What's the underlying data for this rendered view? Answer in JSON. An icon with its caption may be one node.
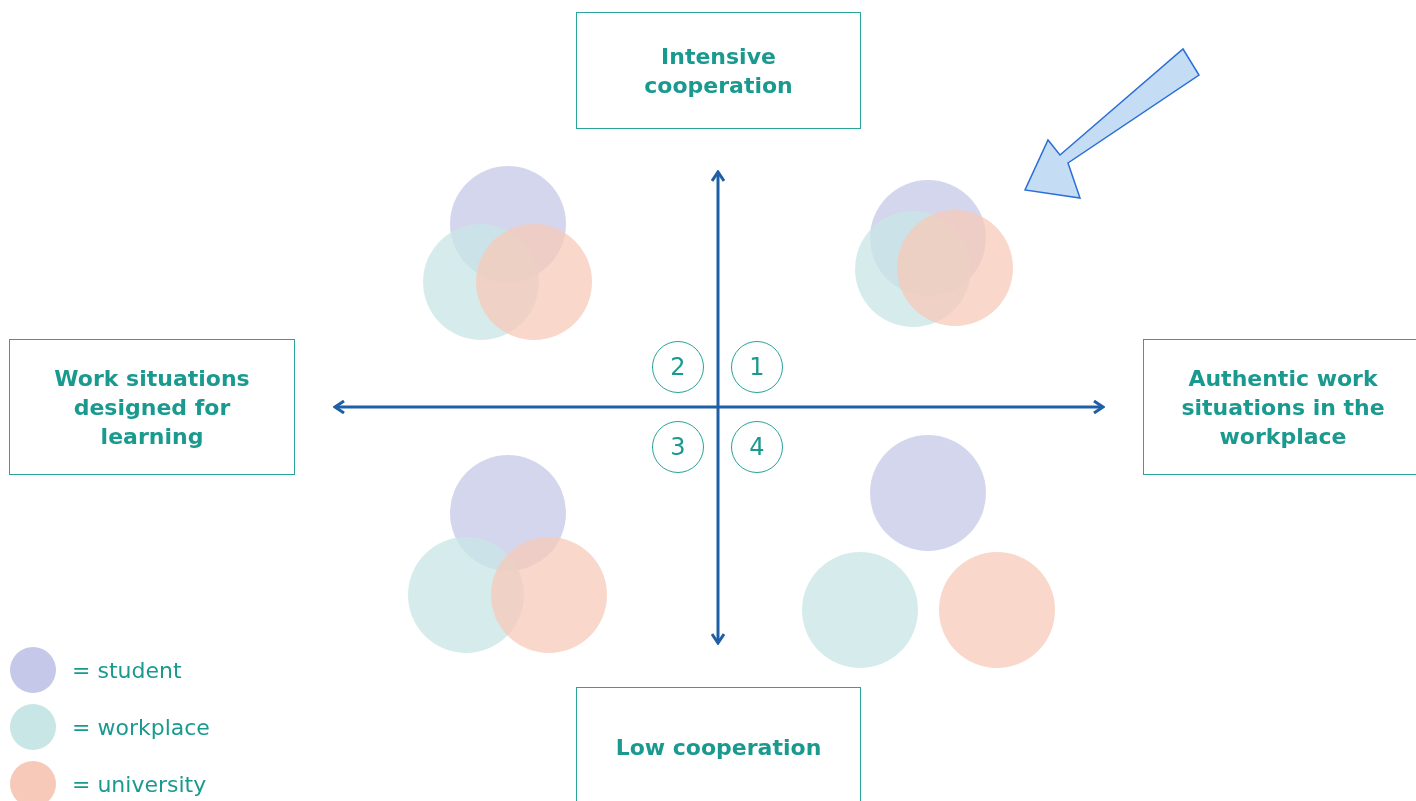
{
  "diagram": {
    "nodes": [
      {
        "text": [
          "Intensive cooperation"
        ]
      },
      {
        "text": [
          "Work situations designed for learning"
        ]
      },
      {
        "text": [
          "Authentic work situations in the workplace"
        ]
      },
      {
        "text": [
          "Low cooperation"
        ]
      },
      {
        "text": [
          "2"
        ]
      },
      {
        "text": [
          "1"
        ]
      },
      {
        "text": [
          "3"
        ]
      },
      {
        "text": [
          "4"
        ]
      }
    ],
    "edges": [],
    "legend": [
      {
        "text": "= student",
        "color": "#c5c8e8"
      },
      {
        "text": "= workplace",
        "color": "#c8e6e6"
      },
      {
        "text": "= university",
        "color": "#f7c9b8"
      }
    ]
  }
}
